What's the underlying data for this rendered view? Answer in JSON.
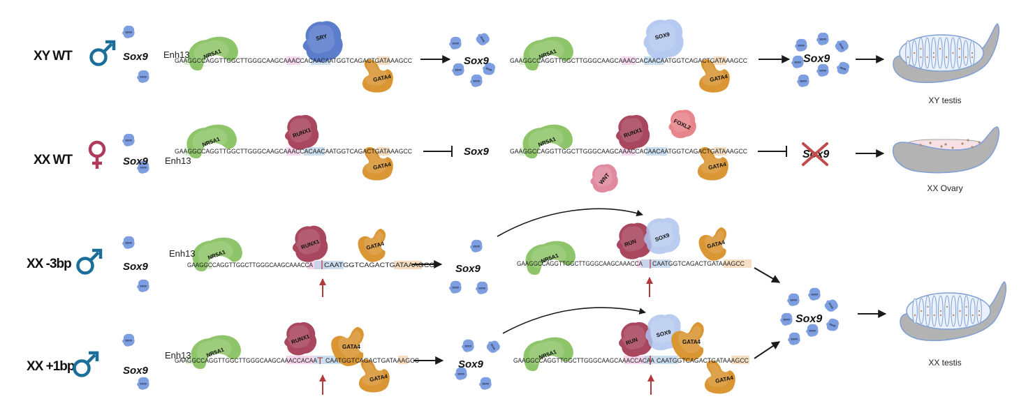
{
  "figure": {
    "colors": {
      "male_symbol": "#1a6f9a",
      "female_symbol": "#b03a5b",
      "sox9_protein": "#7d9ee0",
      "sox9_bound": "#aec4ef",
      "sry": "#5c7ccc",
      "nr5a1": "#8fc56a",
      "gata4": "#d99633",
      "runx1": "#a9475f",
      "foxl2": "#e8858a",
      "wnt": "#e08aa0",
      "mutation_arrow": "#b23a3a",
      "highlight_green": "#cfe9c3",
      "highlight_pink": "#f3c9e6",
      "highlight_blue": "#b9d3ea",
      "highlight_orange": "#f1d3ad",
      "organ_gray": "#b3b3b3",
      "organ_outline": "#7f9fd6"
    },
    "enhancer_label": "Enh13",
    "gene_label": "Sox9",
    "mini_protein_label": "SOX9",
    "rows": [
      {
        "id": "xy-wt",
        "label": "XY WT",
        "sex_symbol": "male-symbol",
        "sequence_1": "GAAGGCCAGGTTGGCTTGGGCAAGCAAACCACAACAATGGTCAGACTGATAAAGCC",
        "sequence_2": "GAAGGCCAGGTTGGCTTGGGCAAGCAAACCACAACAATGGTCAGACTGATAAAGCC",
        "step1_proteins": [
          "NR5A1",
          "SRY",
          "GATA4"
        ],
        "step1_effect": "activate",
        "step2_proteins": [
          "NR5A1",
          "SOX9",
          "GATA4"
        ],
        "step2_effect": "activate",
        "outcome": "XY testis"
      },
      {
        "id": "xx-wt",
        "label": "XX WT",
        "sex_symbol": "female-symbol",
        "sequence_1": "GAAGGCCAGGTTGGCTTGGGCAAGCAAACCACAACAATGGTCAGACTGATAAAGCC",
        "sequence_2": "GAAGGCCAGGTTGGCTTGGGCAAGCAAACCACAACAATGGTCAGACTGATAAAGCC",
        "step1_proteins": [
          "NR5A1",
          "RUNX1",
          "GATA4"
        ],
        "step1_effect": "repress",
        "step2_proteins": [
          "NR5A1",
          "RUNX1",
          "FOXL2",
          "WNT",
          "GATA4"
        ],
        "step2_effect": "repress",
        "sox9_crossed": true,
        "outcome": "XX Ovary"
      },
      {
        "id": "xx-3bp",
        "label": "XX -3bp",
        "sex_symbol": "male-symbol",
        "sequence_1_left": "GAAGGCCAGGTTGGCTTGGGCAAGCAAACCA",
        "sequence_1_right": "CAATGGTCAGACTGATAAAGCC",
        "sequence_2_left": "GAAGGCCAGGTTGGCTTGGGCAAGCAAACCA",
        "sequence_2_right": "CAATGGTCAGACTGATAAAGCC",
        "step1_proteins": [
          "NR5A1",
          "RUNX1",
          "GATA4"
        ],
        "step1_effect": "activate",
        "step2_proteins": [
          "NR5A1",
          "RUNX1",
          "SOX9",
          "GATA4"
        ],
        "step2_effect": "activate",
        "outcome": "XX testis"
      },
      {
        "id": "xx-1bp",
        "label": "XX +1bp",
        "sex_symbol": "male-symbol",
        "sequence_1_left": "GAAGGCCAGGTTGGCTTGGGCAAGCAAACCACAA",
        "inserted_base": "T",
        "sequence_1_right": "CAATGGTCAGACTGATAAAGCC",
        "sequence_2_left": "GAAGGCCAGGTTGGCTTGGGCAAGCAAACCACAA",
        "sequence_2_right": "CAATGGTCAGACTGATAAAGCC",
        "step1_proteins": [
          "NR5A1",
          "RUNX1",
          "GATA4",
          "GATA4"
        ],
        "step1_effect": "activate",
        "step2_proteins": [
          "NR5A1",
          "RUNX1",
          "SOX9",
          "GATA4",
          "GATA4"
        ],
        "step2_effect": "activate",
        "outcome": "XX testis"
      }
    ],
    "protein_labels": {
      "nr5a1": "NR5A1",
      "sry": "SRY",
      "sox9": "SOX9",
      "gata4": "GATA4",
      "runx1": "RUNX1",
      "foxl2": "FOXL2",
      "wnt": "WNT",
      "runx1_partial": "RUN"
    },
    "outcomes": {
      "xy_testis": "XY testis",
      "xx_ovary": "XX Ovary",
      "xx_testis": "XX testis"
    }
  }
}
